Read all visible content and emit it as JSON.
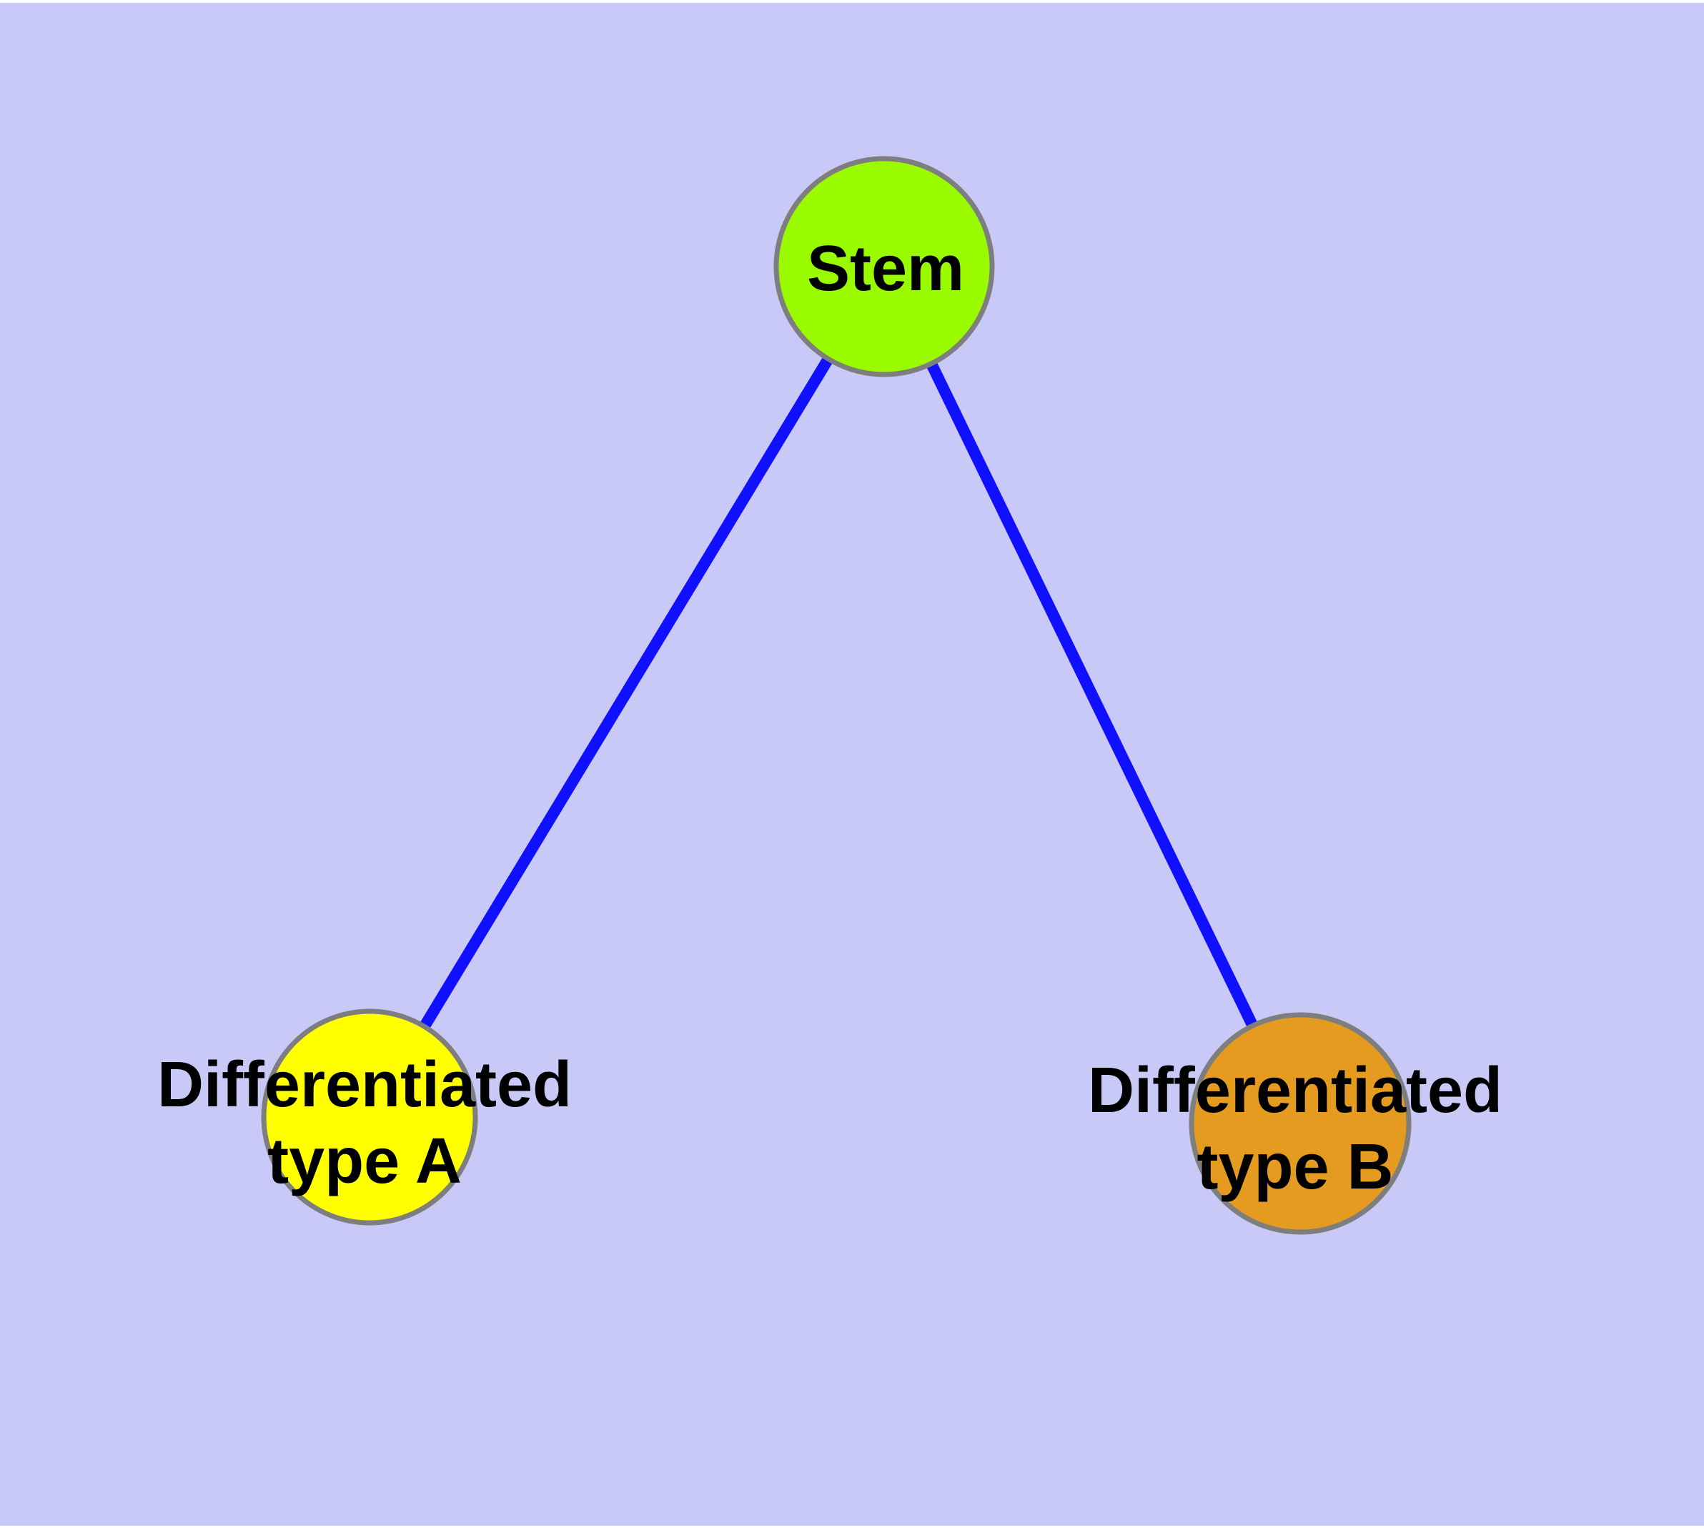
{
  "diagram": {
    "type": "graph",
    "background_color": "#C9C9F8",
    "page_edge_color": "#FFFFFF",
    "edge_color": "#1010FF",
    "node_border_color": "#7E7E7E",
    "label_color": "#000000",
    "nodes": [
      {
        "id": "stem",
        "label": "Stem",
        "label_line1": "Stem",
        "label_line2": "",
        "fill": "#9AFA00"
      },
      {
        "id": "type-a",
        "label": "Differentiated type A",
        "label_line1": "Differentiated",
        "label_line2": "type A",
        "fill": "#FFFF00"
      },
      {
        "id": "type-b",
        "label": "Differentiated type B",
        "label_line1": "Differentiated",
        "label_line2": "type B",
        "fill": "#E49B20"
      }
    ],
    "edges": [
      {
        "from": "Stem",
        "to": "Differentiated type A"
      },
      {
        "from": "Stem",
        "to": "Differentiated type B"
      }
    ]
  }
}
